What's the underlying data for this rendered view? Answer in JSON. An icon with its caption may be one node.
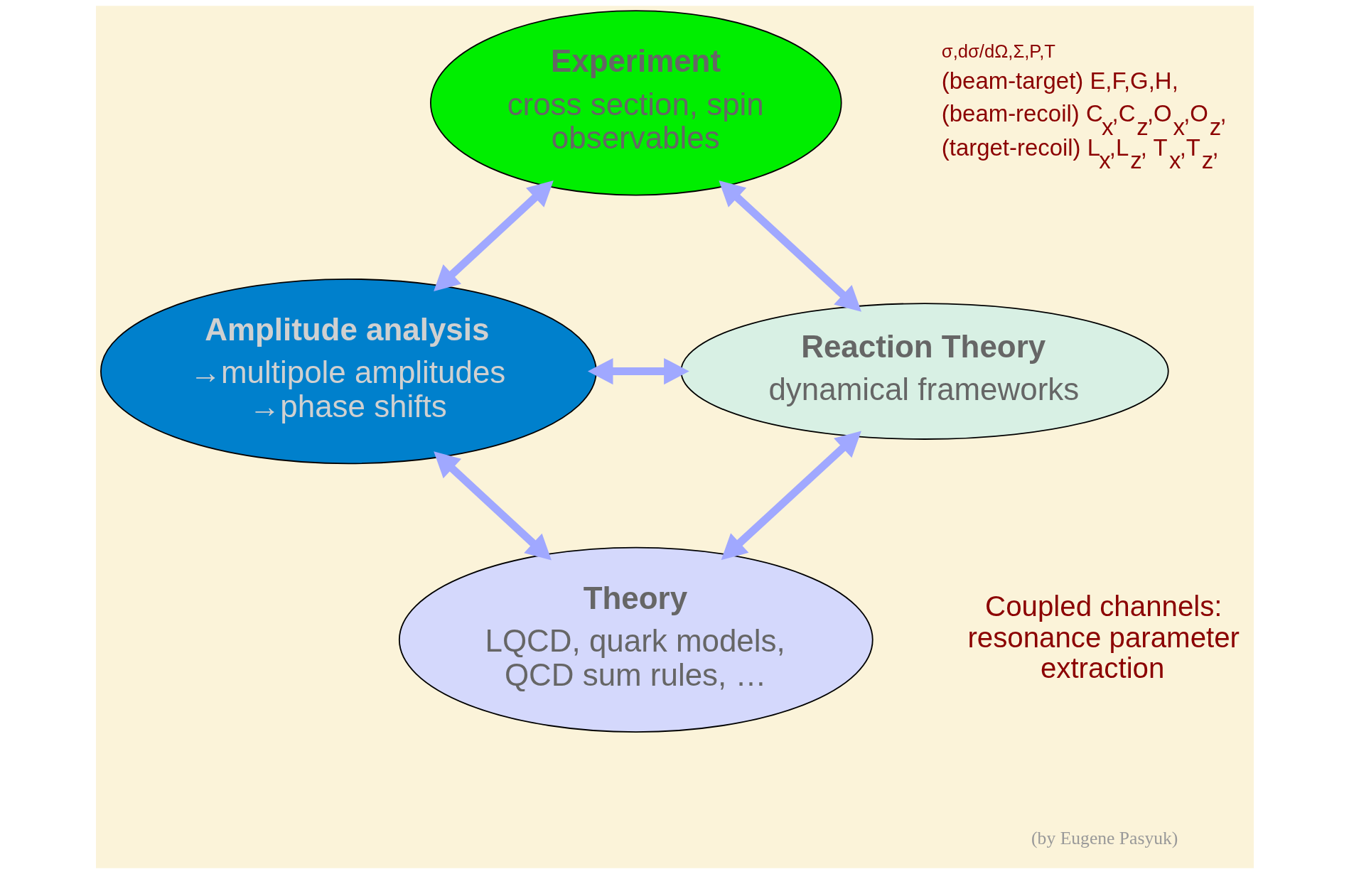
{
  "diagram": {
    "nodes": [
      {
        "text": [
          "Experiment",
          "cross section, spin observables"
        ]
      },
      {
        "text": [
          "Amplitude analysis",
          "→multipole amplitudes →phase shifts"
        ]
      },
      {
        "text": [
          "Reaction Theory",
          "dynamical frameworks"
        ]
      },
      {
        "text": [
          "Theory",
          "LQCD, quark models, QCD sum rules, …"
        ]
      }
    ],
    "edges": [
      {
        "from": 0,
        "to": 1,
        "arrow": "both"
      },
      {
        "from": 0,
        "to": 2,
        "arrow": "both"
      },
      {
        "from": 1,
        "to": 2,
        "arrow": "both"
      },
      {
        "from": 1,
        "to": 3,
        "arrow": "both"
      },
      {
        "from": 3,
        "to": 2,
        "arrow": "both"
      }
    ],
    "labels": [
      "σ,dσ/dΩ,Σ,P,T",
      "(beam-target) E,F,G,H,",
      "(beam-recoil) C$_{x}$,C$_{z}$,O$_{x}$,O$_{z}$,",
      "(target-recoil) L$_{x}$,L$_{z}$, T$_{x}$,T$_{z}$,",
      "Coupled channels: resonance parameter extraction",
      "(by Eugene Pasyuk)"
    ]
  }
}
